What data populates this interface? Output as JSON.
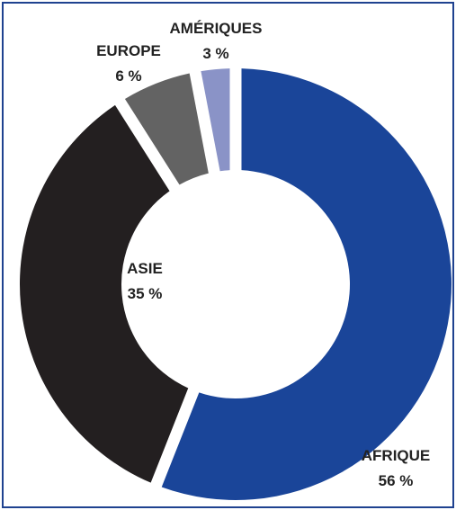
{
  "chart_data": {
    "type": "pie",
    "donut": true,
    "categories": [
      "AFRIQUE",
      "ASIE",
      "EUROPE",
      "AMÉRIQUES"
    ],
    "values": [
      56,
      35,
      6,
      3
    ],
    "value_labels": [
      "56 %",
      "35 %",
      "6 %",
      "3 %"
    ],
    "colors": [
      "#1a4599",
      "#231f20",
      "#636363",
      "#8a93c7"
    ],
    "legend": "none",
    "grid": false
  },
  "colors": {
    "border": "#1f4290",
    "label_text": "#222222"
  }
}
